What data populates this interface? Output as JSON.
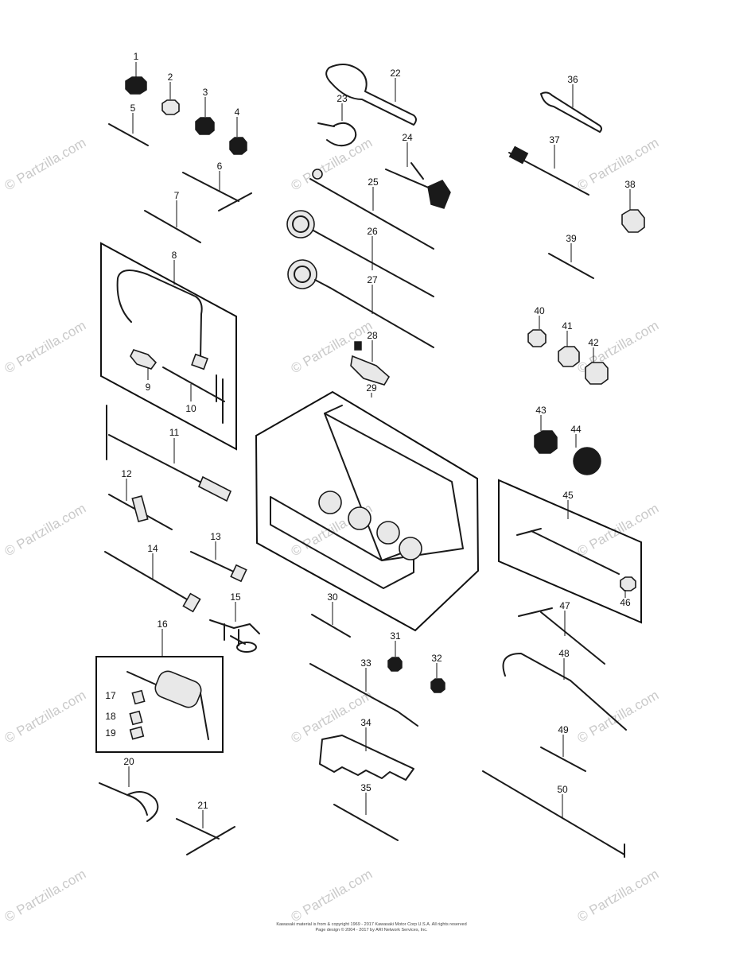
{
  "watermark": "© Partzilla.com",
  "footer": {
    "line1": "Kawasaki material is from & copyright 1969 - 2017 Kawasaki Motor Corp U.S.A. All rights reserved",
    "line2": "Page design © 2004 - 2017 by ARI Network Services, Inc."
  },
  "callouts": {
    "p1": "1",
    "p2": "2",
    "p3": "3",
    "p4": "4",
    "p5": "5",
    "p6": "6",
    "p7": "7",
    "p8": "8",
    "p9": "9",
    "p10": "10",
    "p11": "11",
    "p12": "12",
    "p13": "13",
    "p14": "14",
    "p15": "15",
    "p16": "16",
    "p17": "17",
    "p18": "18",
    "p19": "19",
    "p20": "20",
    "p21": "21",
    "p22": "22",
    "p23": "23",
    "p24": "24",
    "p25": "25",
    "p26": "26",
    "p27": "27",
    "p28": "28",
    "p29": "29",
    "p30": "30",
    "p31": "31",
    "p32": "32",
    "p33": "33",
    "p34": "34",
    "p35": "35",
    "p36": "36",
    "p37": "37",
    "p38": "38",
    "p39": "39",
    "p40": "40",
    "p41": "41",
    "p42": "42",
    "p43": "43",
    "p44": "44",
    "p45": "45",
    "p46": "46",
    "p47": "47",
    "p48": "48",
    "p49": "49",
    "p50": "50"
  }
}
